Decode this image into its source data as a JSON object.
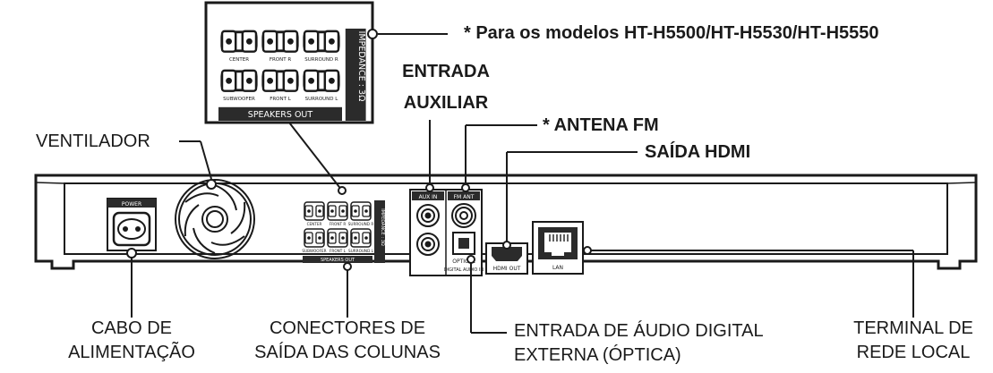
{
  "callouts": {
    "models_note": "* Para os modelos HT-H5500/HT-H5530/HT-H5550",
    "aux_in_line1": "ENTRADA",
    "aux_in_line2": "AUXILIAR",
    "fm_antenna": "* ANTENA FM",
    "hdmi_out": "SAÍDA HDMI",
    "fan": "VENTILADOR",
    "power_cable_line1": "CABO DE",
    "power_cable_line2": "ALIMENTAÇÃO",
    "speaker_connectors_line1": "CONECTORES DE",
    "speaker_connectors_line2": "SAÍDA DAS COLUNAS",
    "optical_in_line1": "ENTRADA DE ÁUDIO DIGITAL",
    "optical_in_line2": "EXTERNA (ÓPTICA)",
    "lan_line1": "TERMINAL DE",
    "lan_line2": "REDE LOCAL"
  },
  "panel_labels": {
    "power": "POWER",
    "speakers_out": "SPEAKERS OUT",
    "impedance": "IMPEDANCE : 3Ω",
    "aux_in": "AUX IN",
    "fm_ant": "FM ANT",
    "optical": "OPTICAL",
    "digital_audio_in": "DIGITAL AUDIO IN",
    "hdmi_out": "HDMI OUT",
    "lan": "LAN"
  },
  "speaker_terminals": [
    "CENTER",
    "FRONT R",
    "SURROUND R",
    "SUBWOOFER",
    "FRONT L",
    "SURROUND L"
  ],
  "colors": {
    "ink": "#1a1a1a",
    "panel_fill": "#ffffff",
    "dark_fill": "#2b2b2b"
  }
}
